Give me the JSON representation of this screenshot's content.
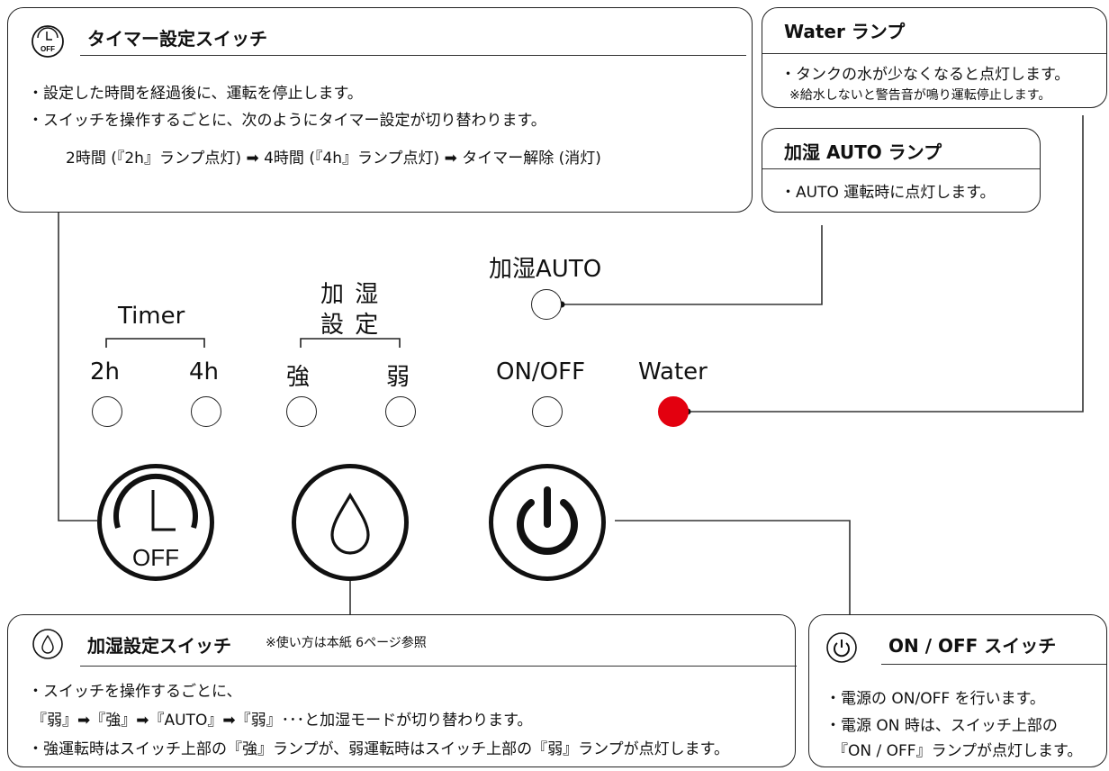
{
  "timer_box": {
    "title": "タイマー設定スイッチ",
    "icon_label": "OFF",
    "line1": "・設定した時間を経過後に、運転を停止します。",
    "line2": "・スイッチを操作するごとに、次のようにタイマー設定が切り替わります。",
    "flow": "2時間 (『2h』ランプ点灯) ➡ 4時間 (『4h』ランプ点灯) ➡ タイマー解除 (消灯)"
  },
  "water_box": {
    "title": "Water ランプ",
    "line1": "・タンクの水が少なくなると点灯します。",
    "note": "※給水しないと警告音が鳴り運転停止します。"
  },
  "auto_box": {
    "title": "加湿 AUTO ランプ",
    "line1": "・AUTO 運転時に点灯します。"
  },
  "panel": {
    "auto_label": "加湿AUTO",
    "timer_label": "Timer",
    "humid_label_top": "加 湿",
    "humid_label_bottom": "設 定",
    "lamp_2h": "2h",
    "lamp_4h": "4h",
    "lamp_strong": "強",
    "lamp_weak": "弱",
    "lamp_onoff": "ON/OFF",
    "lamp_water": "Water",
    "timer_button_label": "OFF"
  },
  "humid_box": {
    "title": "加湿設定スイッチ",
    "note": "※使い方は本紙 6ページ参照",
    "line1": "・スイッチを操作するごとに、",
    "line2": "『弱』➡『強』➡『AUTO』➡『弱』･･･と加湿モードが切り替わります。",
    "line3": "・強運転時はスイッチ上部の『強』ランプが、弱運転時はスイッチ上部の『弱』ランプが点灯します。"
  },
  "power_box": {
    "title": "ON / OFF スイッチ",
    "line1": "・電源の ON/OFF を行います。",
    "line2": "・電源 ON 時は、スイッチ上部の",
    "line3": "『ON / OFF』ランプが点灯します。"
  },
  "colors": {
    "water_lamp": "#e3000f",
    "line": "#222222"
  },
  "icons": [
    "timer-off-icon",
    "water-drop-icon",
    "power-icon"
  ]
}
